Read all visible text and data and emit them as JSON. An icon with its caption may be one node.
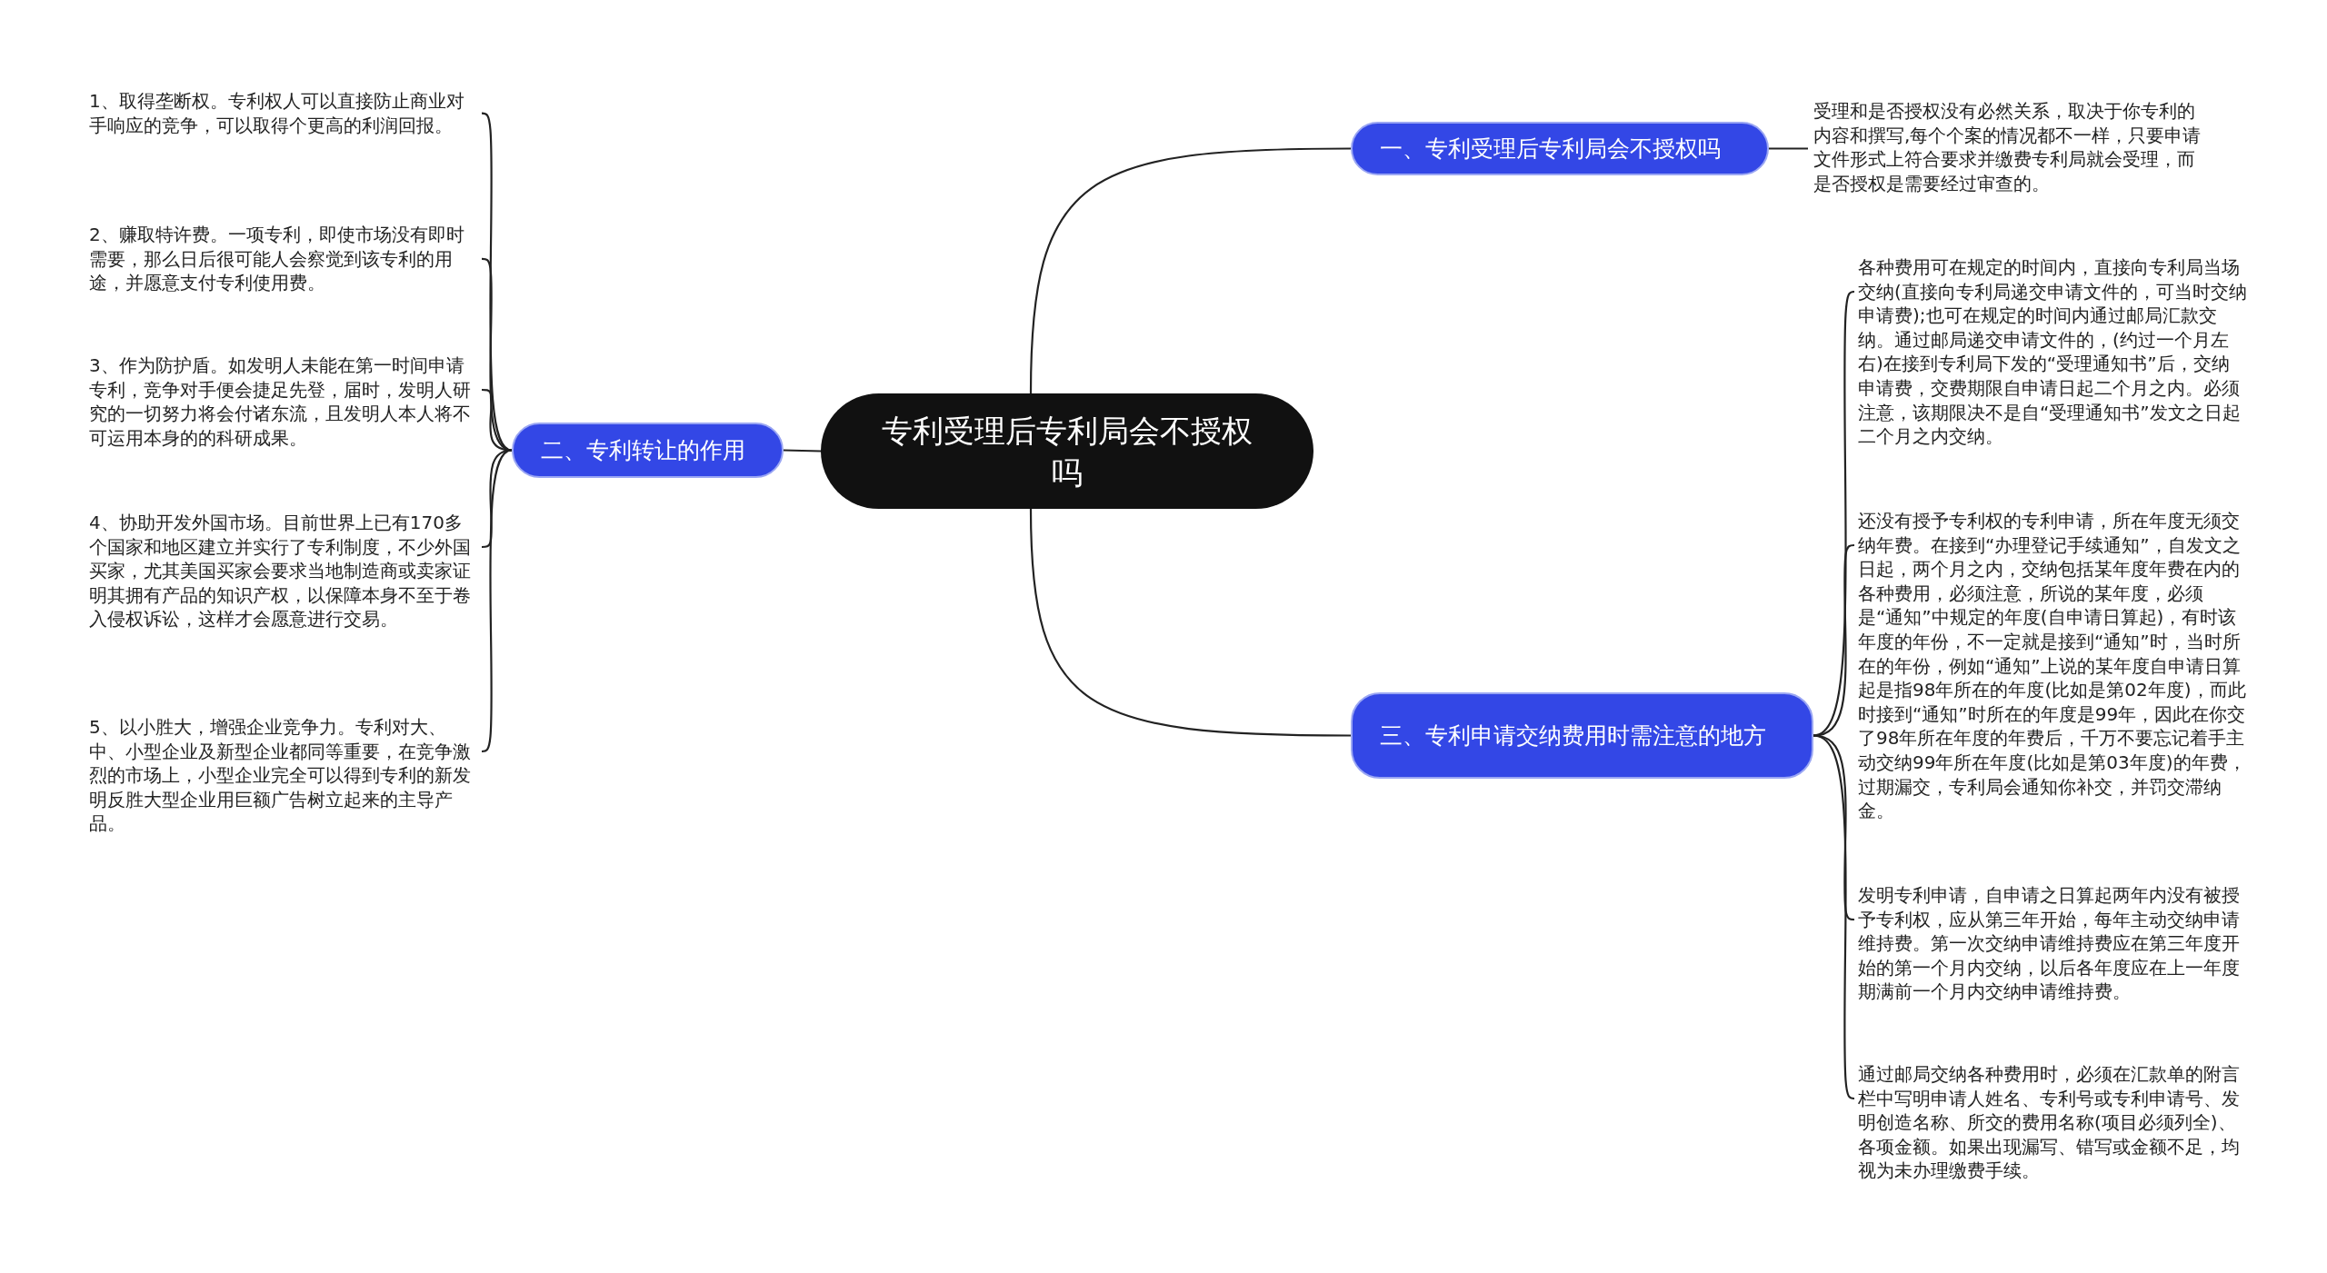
{
  "diagram": {
    "nodes": [
      {
        "text": [
          "专利受理后专利局会不授权吗"
        ]
      },
      {
        "text": [
          "一、专利受理后专利局会不授权吗"
        ]
      },
      {
        "text": [
          "受理和是否授权没有必然关系，取决于你专利的内容和撰写,每个个案的情况都不一样，只要申请文件形式上符合要求并缴费专利局就会受理，而是否授权是需要经过审查的。"
        ]
      },
      {
        "text": [
          "二、专利转让的作用"
        ]
      },
      {
        "text": [
          "1、取得垄断权。专利权人可以直接防止商业对手响应的竞争，可以取得个更高的利润回报。"
        ]
      },
      {
        "text": [
          "2、赚取特许费。一项专利，即使市场没有即时需要，那么日后很可能人会察觉到该专利的用途，并愿意支付专利使用费。"
        ]
      },
      {
        "text": [
          "3、作为防护盾。如发明人未能在第一时间申请专利，竞争对手便会捷足先登，届时，发明人研究的一切努力将会付诸东流，且发明人本人将不可运用本身的的科研成果。"
        ]
      },
      {
        "text": [
          "4、协助开发外国市场。目前世界上已有170多个国家和地区建立并实行了专利制度，不少外国买家，尤其美国买家会要求当地制造商或卖家证明其拥有产品的知识产权，以保障本身不至于卷入侵权诉讼，这样才会愿意进行交易。"
        ]
      },
      {
        "text": [
          "5、以小胜大，增强企业竞争力。专利对大、中、小型企业及新型企业都同等重要，在竞争激烈的市场上，小型企业完全可以得到专利的新发明反胜大型企业用巨额广告树立起来的主导产品。"
        ]
      },
      {
        "text": [
          "三、专利申请交纳费用时需注意的地方"
        ]
      },
      {
        "text": [
          "各种费用可在规定的时间内，直接向专利局当场交纳(直接向专利局递交申请文件的，可当时交纳申请费);也可在规定的时间内通过邮局汇款交纳。通过邮局递交申请文件的，(约过一个月左右)在接到专利局下发的“受理通知书”后，交纳申请费，交费期限自申请日起二个月之内。必须注意，该期限决不是自“受理通知书”发文之日起二个月之内交纳。"
        ]
      },
      {
        "text": [
          "还没有授予专利权的专利申请，所在年度无须交纳年费。在接到“办理登记手续通知”，自发文之日起，两个月之内，交纳包括某年度年费在内的各种费用，必须注意，所说的某年度，必须是“通知”中规定的年度(自申请日算起)，有时该年度的年份，不一定就是接到“通知”时，当时所在的年份，例如“通知”上说的某年度自申请日算起是指98年所在的年度(比如是第02年度)，而此时接到“通知”时所在的年度是99年，因此在你交了98年所在年度的年费后，千万不要忘记着手主动交纳99年所在年度(比如是第03年度)的年费，过期漏交，专利局会通知你补交，并罚交滞纳金。"
        ]
      },
      {
        "text": [
          "发明专利申请，自申请之日算起两年内没有被授予专利权，应从第三年开始，每年主动交纳申请维持费。第一次交纳申请维持费应在第三年度开始的第一个月内交纳，以后各年度应在上一年度期满前一个月内交纳申请维持费。"
        ]
      },
      {
        "text": [
          "通过邮局交纳各种费用时，必须在汇款单的附言栏中写明申请人姓名、专利号或专利申请号、发明创造名称、所交的费用名称(项目必须列全)、各项金额。如果出现漏写、错写或金额不足，均视为未办理缴费手续。"
        ]
      }
    ],
    "edges": [
      {
        "from": 0,
        "to": 1,
        "arrow": "none"
      },
      {
        "from": 1,
        "to": 2,
        "arrow": "none"
      },
      {
        "from": 0,
        "to": 3,
        "arrow": "none"
      },
      {
        "from": 3,
        "to": 4,
        "arrow": "none"
      },
      {
        "from": 3,
        "to": 5,
        "arrow": "none"
      },
      {
        "from": 3,
        "to": 6,
        "arrow": "none"
      },
      {
        "from": 3,
        "to": 7,
        "arrow": "none"
      },
      {
        "from": 3,
        "to": 8,
        "arrow": "none"
      },
      {
        "from": 0,
        "to": 9,
        "arrow": "none"
      },
      {
        "from": 9,
        "to": 10,
        "arrow": "none"
      },
      {
        "from": 9,
        "to": 11,
        "arrow": "none"
      },
      {
        "from": 9,
        "to": 12,
        "arrow": "none"
      },
      {
        "from": 9,
        "to": 13,
        "arrow": "none"
      }
    ]
  }
}
